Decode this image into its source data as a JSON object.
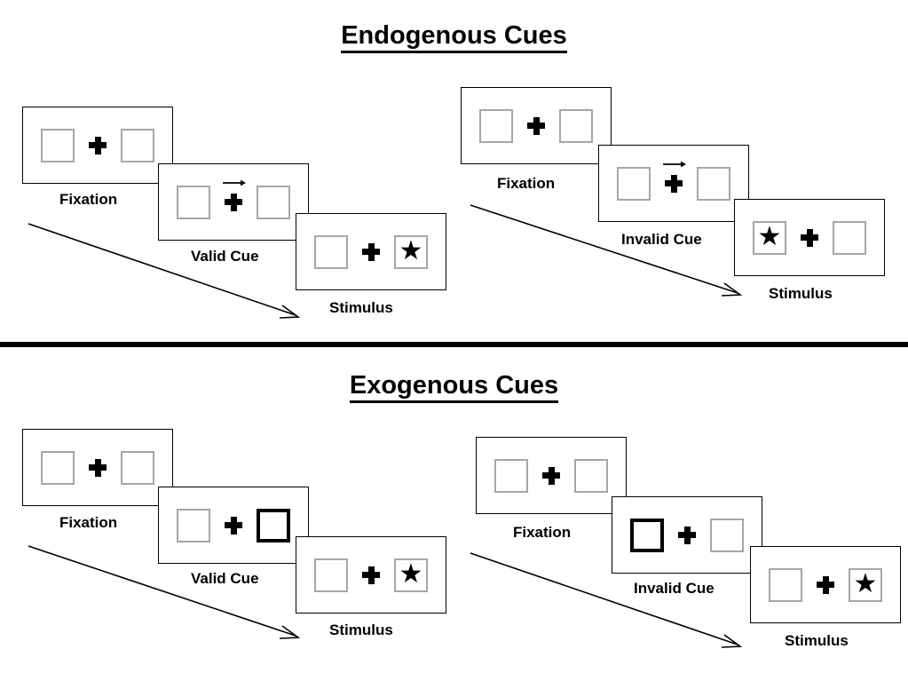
{
  "figure": {
    "sections": [
      {
        "id": "endogenous",
        "title": "Endogenous Cues",
        "sequences": [
          {
            "id": "endogenous-valid",
            "condition": "valid",
            "frames": [
              {
                "label": "Fixation",
                "cue": "none",
                "cue_side": "none",
                "target_side": "none"
              },
              {
                "label": "Valid Cue",
                "cue": "arrow-right",
                "cue_side": "right",
                "target_side": "none"
              },
              {
                "label": "Stimulus",
                "cue": "none",
                "cue_side": "none",
                "target_side": "right"
              }
            ]
          },
          {
            "id": "endogenous-invalid",
            "condition": "invalid",
            "frames": [
              {
                "label": "Fixation",
                "cue": "none",
                "cue_side": "none",
                "target_side": "none"
              },
              {
                "label": "Invalid Cue",
                "cue": "arrow-right",
                "cue_side": "right",
                "target_side": "none"
              },
              {
                "label": "Stimulus",
                "cue": "none",
                "cue_side": "none",
                "target_side": "left"
              }
            ]
          }
        ]
      },
      {
        "id": "exogenous",
        "title": "Exogenous Cues",
        "sequences": [
          {
            "id": "exogenous-valid",
            "condition": "valid",
            "frames": [
              {
                "label": "Fixation",
                "cue": "none",
                "cue_side": "none",
                "target_side": "none"
              },
              {
                "label": "Valid Cue",
                "cue": "box-highlight",
                "cue_side": "right",
                "target_side": "none"
              },
              {
                "label": "Stimulus",
                "cue": "none",
                "cue_side": "none",
                "target_side": "right"
              }
            ]
          },
          {
            "id": "exogenous-invalid",
            "condition": "invalid",
            "frames": [
              {
                "label": "Fixation",
                "cue": "none",
                "cue_side": "none",
                "target_side": "none"
              },
              {
                "label": "Invalid Cue",
                "cue": "box-highlight",
                "cue_side": "left",
                "target_side": "none"
              },
              {
                "label": "Stimulus",
                "cue": "none",
                "cue_side": "none",
                "target_side": "right"
              }
            ]
          }
        ]
      }
    ],
    "glyphs": {
      "target": "★",
      "fixation": "plus-cross",
      "cue_arrow": "arrow-right-icon",
      "time_arrow": "time-flow-arrow-icon"
    },
    "colors": {
      "stroke": "#000000",
      "box_border": "#a6a6a6",
      "cued_box_border": "#000000",
      "background": "#ffffff"
    }
  }
}
